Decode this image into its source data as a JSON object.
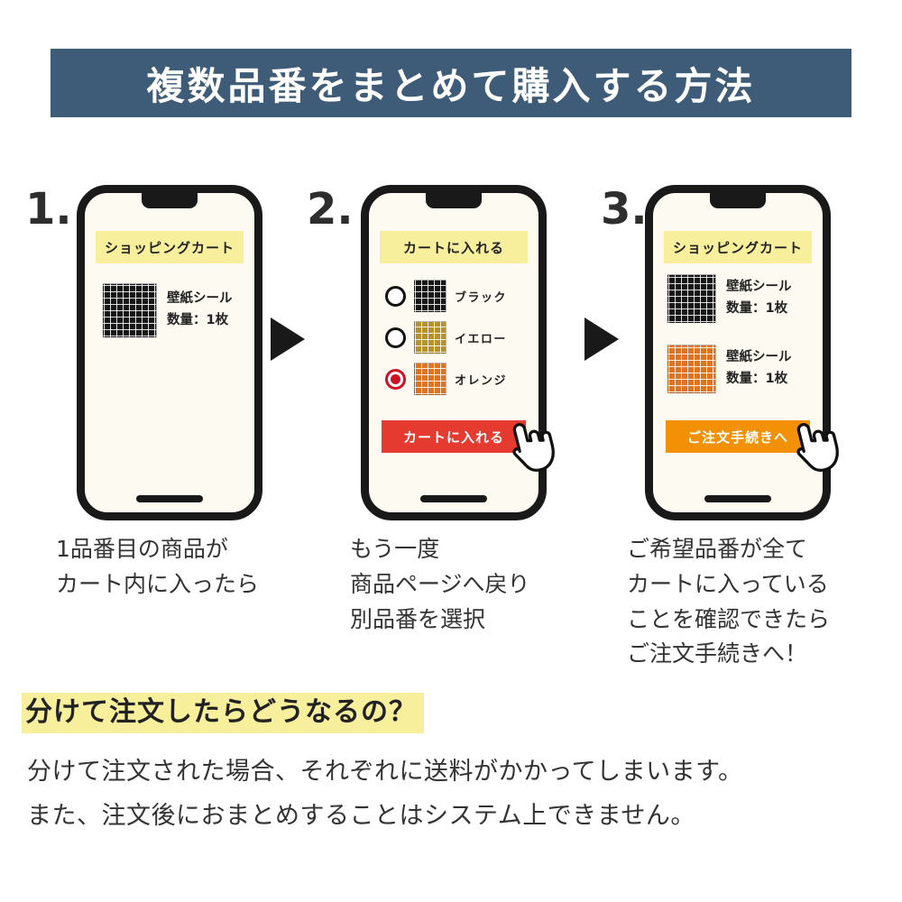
{
  "header": {
    "title": "複数品番をまとめて購入する方法",
    "bg_color": "#3e5c78"
  },
  "steps": [
    {
      "number": "1.",
      "phone": {
        "banner": "ショッピングカート",
        "items": [
          {
            "color_name": "black",
            "text": "壁紙シール\n数量：1枚"
          }
        ]
      },
      "caption": "1品番目の商品が\nカート内に入ったら"
    },
    {
      "number": "2.",
      "phone": {
        "banner": "カートに入れる",
        "options": [
          {
            "label": "ブラック",
            "color_name": "black",
            "selected": false
          },
          {
            "label": "イエロー",
            "color_name": "yellow",
            "selected": false
          },
          {
            "label": "オレンジ",
            "color_name": "orange",
            "selected": true
          }
        ],
        "button": {
          "label": "カートに入れる",
          "color": "#e53a30"
        }
      },
      "caption": "もう一度\n商品ページへ戻り\n別品番を選択"
    },
    {
      "number": "3.",
      "phone": {
        "banner": "ショッピングカート",
        "items": [
          {
            "color_name": "black",
            "text": "壁紙シール\n数量：1枚"
          },
          {
            "color_name": "orange",
            "text": "壁紙シール\n数量：1枚"
          }
        ],
        "button": {
          "label": "ご注文手続きへ",
          "color": "#f29006"
        }
      },
      "caption": "ご希望品番が全て\nカートに入っている\nことを確認できたら\nご注文手続きへ！"
    }
  ],
  "footer": {
    "question_heading": "分けて注文したらどうなるの？",
    "body": "分けて注文された場合、それぞれに送料がかかってしまいます。\nまた、注文後におまとめすることはシステム上できません。"
  },
  "colors": {
    "header_bg": "#3e5c78",
    "banner_yellow": "#f7ef9c",
    "highlight_yellow": "#f7ef9c",
    "button_red": "#e53a30",
    "button_orange": "#f29006",
    "swatch_black": "#161616",
    "swatch_yellow": "#b5922a",
    "swatch_orange": "#e1721f"
  }
}
